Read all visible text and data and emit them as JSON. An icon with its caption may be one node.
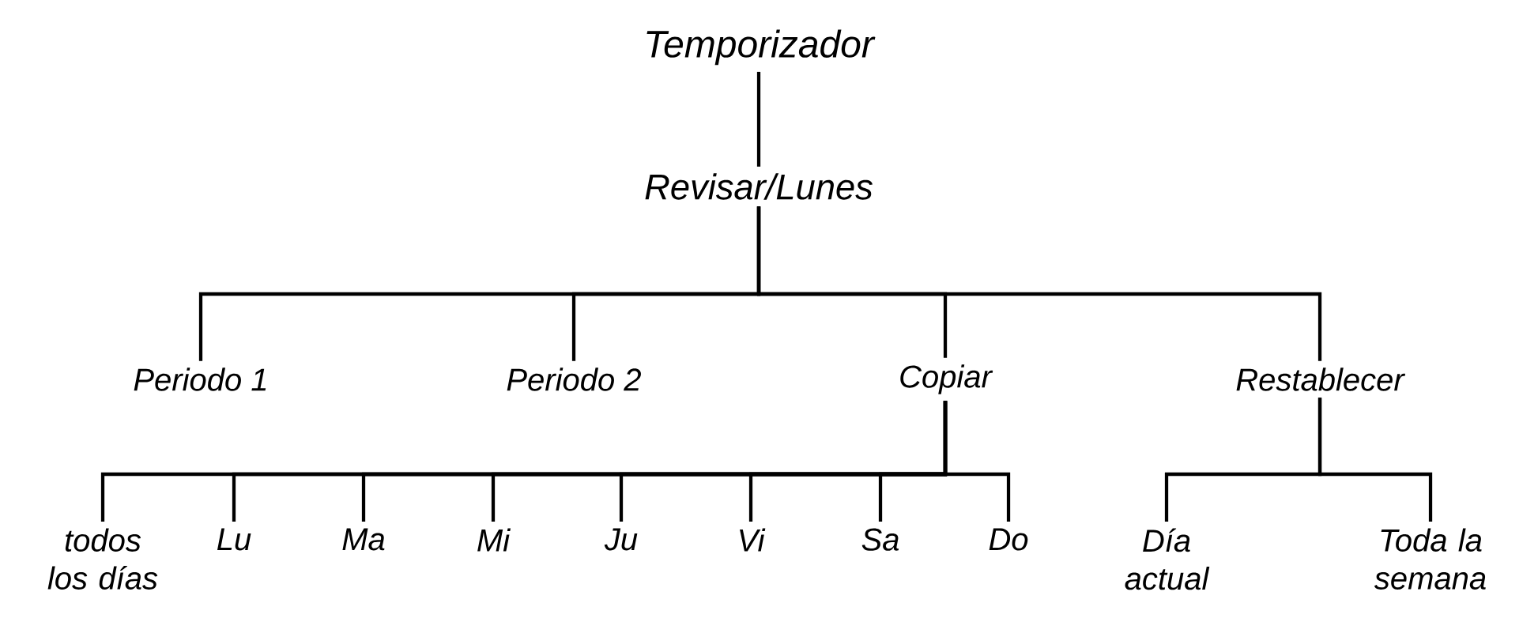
{
  "diagram": {
    "nodes": [
      {
        "text": [
          "Temporizador"
        ]
      },
      {
        "text": [
          "Revisar/Lunes"
        ]
      },
      {
        "text": [
          "Periodo 1"
        ]
      },
      {
        "text": [
          "Periodo 2"
        ]
      },
      {
        "text": [
          "Copiar"
        ]
      },
      {
        "text": [
          "Restablecer"
        ]
      },
      {
        "text": [
          "todos los días"
        ]
      },
      {
        "text": [
          "Lu"
        ]
      },
      {
        "text": [
          "Ma"
        ]
      },
      {
        "text": [
          "Mi"
        ]
      },
      {
        "text": [
          "Ju"
        ]
      },
      {
        "text": [
          "Vi"
        ]
      },
      {
        "text": [
          "Sa"
        ]
      },
      {
        "text": [
          "Do"
        ]
      },
      {
        "text": [
          "Día actual"
        ]
      },
      {
        "text": [
          "Toda la semana"
        ]
      }
    ],
    "edges": [
      {
        "from": 0,
        "to": 1,
        "arrow": "none"
      },
      {
        "from": 1,
        "to": 2,
        "arrow": "none"
      },
      {
        "from": 1,
        "to": 3,
        "arrow": "none"
      },
      {
        "from": 1,
        "to": 4,
        "arrow": "none"
      },
      {
        "from": 1,
        "to": 5,
        "arrow": "none"
      },
      {
        "from": 4,
        "to": 6,
        "arrow": "none"
      },
      {
        "from": 4,
        "to": 7,
        "arrow": "none"
      },
      {
        "from": 4,
        "to": 8,
        "arrow": "none"
      },
      {
        "from": 4,
        "to": 9,
        "arrow": "none"
      },
      {
        "from": 4,
        "to": 10,
        "arrow": "none"
      },
      {
        "from": 4,
        "to": 11,
        "arrow": "none"
      },
      {
        "from": 4,
        "to": 12,
        "arrow": "none"
      },
      {
        "from": 4,
        "to": 13,
        "arrow": "none"
      },
      {
        "from": 5,
        "to": 14,
        "arrow": "none"
      },
      {
        "from": 5,
        "to": 15,
        "arrow": "none"
      }
    ]
  }
}
